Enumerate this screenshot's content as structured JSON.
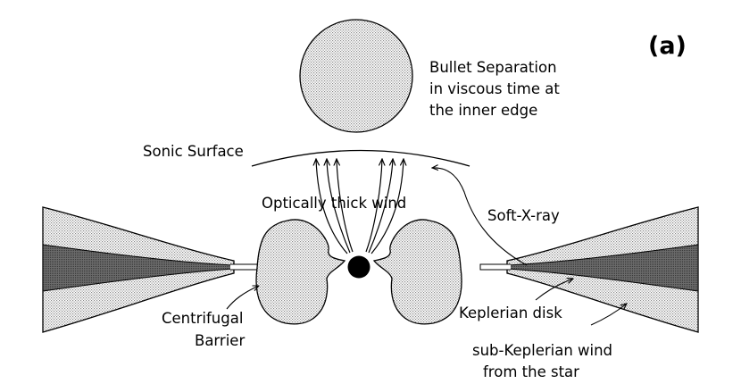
{
  "panel_label": "(a)",
  "labels": {
    "bullet_line1": "Bullet Separation",
    "bullet_line2": "in viscous time at",
    "bullet_line3": "the inner edge",
    "sonic_surface": "Sonic Surface",
    "wind": "Optically thick wind",
    "soft_xray": "Soft-X-ray",
    "barrier_line1": "Centrifugal",
    "barrier_line2": "Barrier",
    "keplerian": "Keplerian disk",
    "subkep_line1": "sub-Keplerian wind",
    "subkep_line2": "from the star"
  },
  "colors": {
    "ink": "#000000",
    "stipple": "#9a9a9a",
    "dark_band": "#555555"
  }
}
